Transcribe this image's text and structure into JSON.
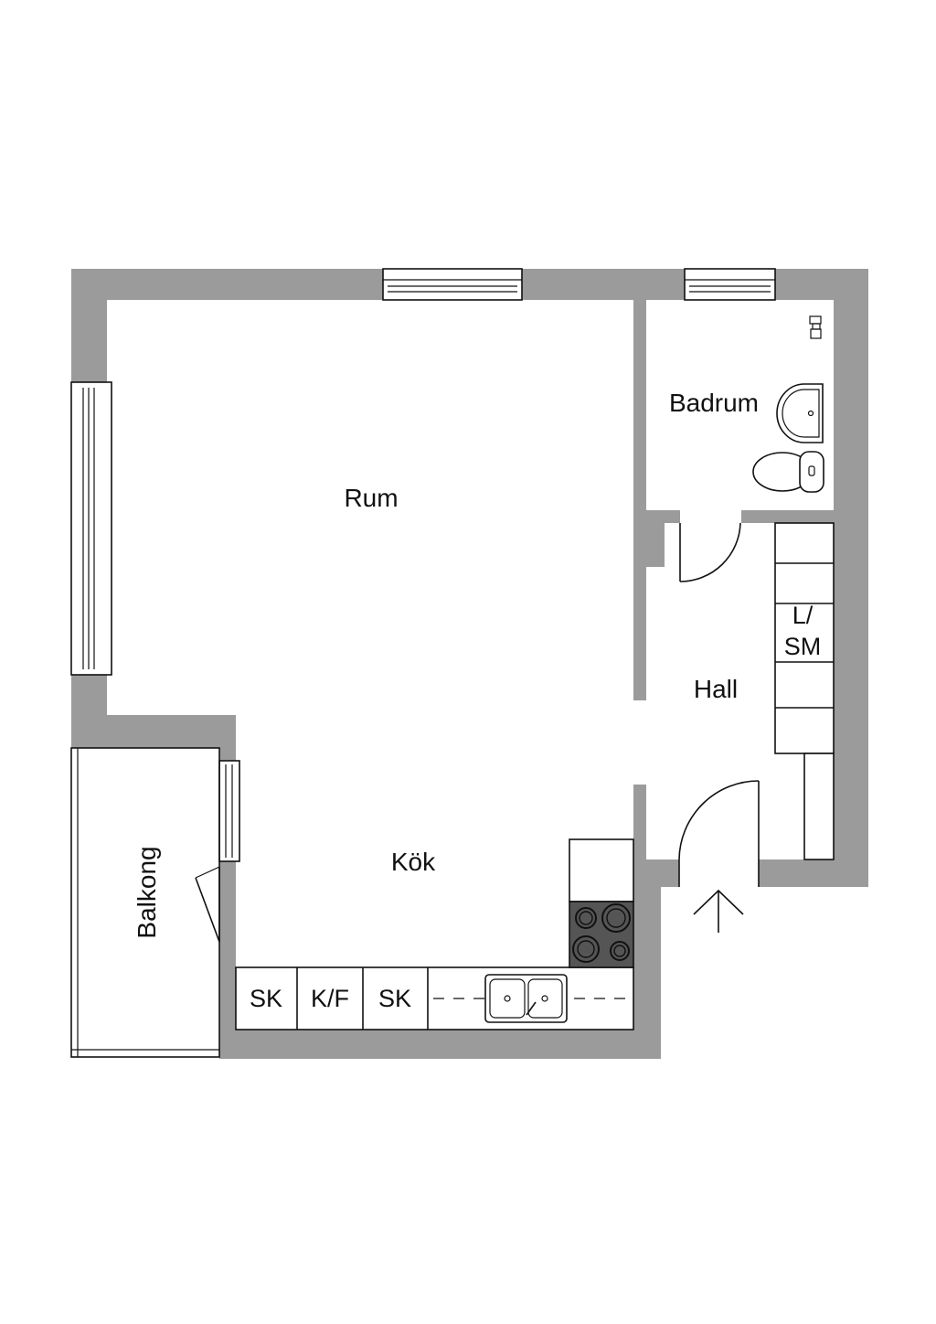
{
  "floorplan": {
    "rooms": {
      "rum": "Rum",
      "badrum": "Badrum",
      "hall": "Hall",
      "kok": "Kök",
      "balkong": "Balkong"
    },
    "fixtures": {
      "wardrobe": "L/\nSM",
      "wardrobe_line1": "L/",
      "wardrobe_line2": "SM",
      "cabinet_left": "SK",
      "fridge_freezer": "K/F",
      "cabinet_right": "SK"
    },
    "colors": {
      "wall": "#9b9b9b",
      "line": "#111111",
      "background": "#ffffff",
      "stove": "#555555"
    }
  }
}
